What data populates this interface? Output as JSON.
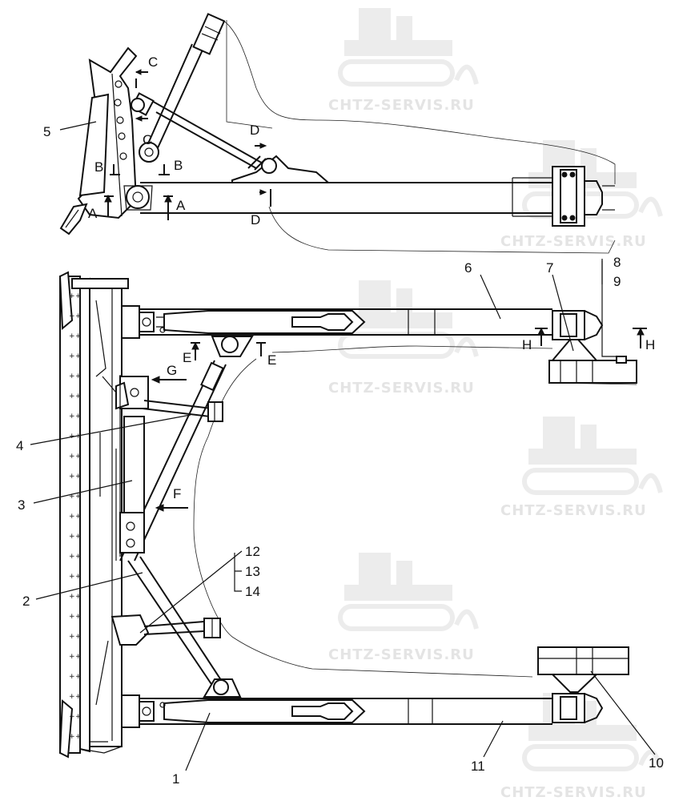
{
  "watermark": {
    "text": "CHTZ-SERVIS.RU",
    "icon": "bulldozer-logo-icon"
  },
  "callouts": {
    "n1": "1",
    "n2": "2",
    "n3": "3",
    "n4": "4",
    "n5": "5",
    "n6": "6",
    "n7": "7",
    "n8": "8",
    "n9": "9",
    "n10": "10",
    "n11": "11",
    "n12": "12",
    "n13": "13",
    "n14": "14"
  },
  "section_marks": {
    "A": "A",
    "B": "B",
    "C": "C",
    "D": "D",
    "E": "E",
    "F": "F",
    "G": "G",
    "H": "H"
  }
}
